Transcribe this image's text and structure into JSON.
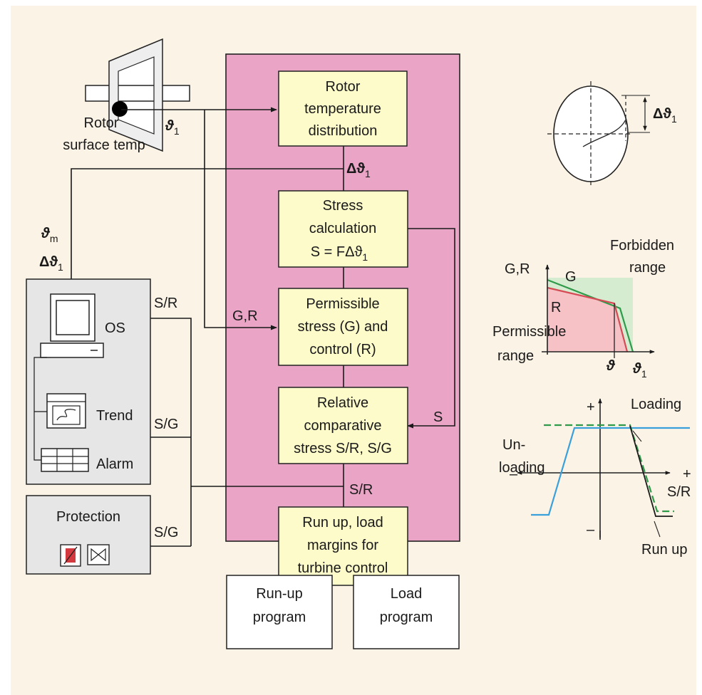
{
  "rotor": {
    "label_line1": "Rotor",
    "label_line2": "surface temp",
    "theta1": "ϑ",
    "theta1_sub": "1"
  },
  "left_signals": {
    "theta_m": "ϑ",
    "theta_m_sub": "m",
    "delta_theta1": "Δϑ",
    "delta_theta1_sub": "1"
  },
  "os_panel": {
    "os_label": "OS",
    "trend_label": "Trend",
    "alarm_label": "Alarm",
    "sr_label": "S/R",
    "sg_label": "S/G"
  },
  "protection_panel": {
    "title": "Protection",
    "sg_label": "S/G"
  },
  "flow": {
    "box1": [
      "Rotor",
      "temperature",
      "distribution"
    ],
    "delta_label": "Δϑ",
    "delta_label_sub": "1",
    "box2": [
      "Stress",
      "calculation",
      "S = FΔϑ"
    ],
    "box2_sub": "1",
    "gr_label": "G,R",
    "box3": [
      "Permissible",
      "stress (G) and",
      "control (R)"
    ],
    "box4": [
      "Relative",
      "comparative",
      "stress S/R, S/G"
    ],
    "s_label": "S",
    "sr_label": "S/R",
    "box5": [
      "Run up, load",
      "margins for",
      "turbine control"
    ],
    "out1": [
      "Run-up",
      "program"
    ],
    "out2": [
      "Load",
      "program"
    ]
  },
  "circle_sketch": {
    "delta_label": "Δϑ",
    "delta_label_sub": "1"
  },
  "range_chart": {
    "y_label": "G,R",
    "g_label": "G",
    "r_label": "R",
    "forbidden_line1": "Forbidden",
    "forbidden_line2": "range",
    "permissible_line1": "Permissible",
    "permissible_line2": "range",
    "x_tick": "ϑ",
    "x_end": "ϑ",
    "x_end_sub": "1",
    "colors": {
      "forbidden": "#d6ecd0",
      "permissible": "#f6c2c6",
      "g_line": "#2e9a4a",
      "r_line": "#d64a55"
    }
  },
  "load_chart": {
    "plus_y": "+",
    "minus_y": "–",
    "minus_x": "–",
    "plus_x": "+",
    "x_label": "S/R",
    "unloading_line1": "Un-",
    "unloading_line2": "loading",
    "loading_label": "Loading",
    "runup_label": "Run up",
    "colors": {
      "unloading": "#3aa0dc",
      "loading": "#2e9a4a",
      "runup": "#1a1a1a"
    }
  },
  "colors": {
    "background": "#fbf3e5",
    "central_panel": "#eaa5c6",
    "flow_box": "#fdfbc9",
    "side_panel": "#e6e6e6"
  }
}
